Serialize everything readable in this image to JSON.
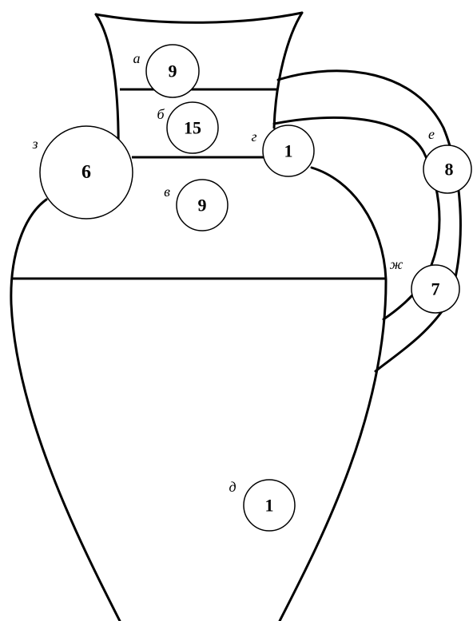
{
  "diagram": {
    "regions": [
      {
        "id": "a",
        "letter": "а",
        "value": "9"
      },
      {
        "id": "b",
        "letter": "б",
        "value": "15"
      },
      {
        "id": "v",
        "letter": "в",
        "value": "9"
      },
      {
        "id": "g",
        "letter": "г",
        "value": "1"
      },
      {
        "id": "d",
        "letter": "д",
        "value": "1"
      },
      {
        "id": "e",
        "letter": "е",
        "value": "8"
      },
      {
        "id": "zh",
        "letter": "ж",
        "value": "7"
      },
      {
        "id": "z",
        "letter": "з",
        "value": "6"
      }
    ],
    "colors": {
      "stroke": "#000000",
      "fill": "#ffffff"
    }
  }
}
